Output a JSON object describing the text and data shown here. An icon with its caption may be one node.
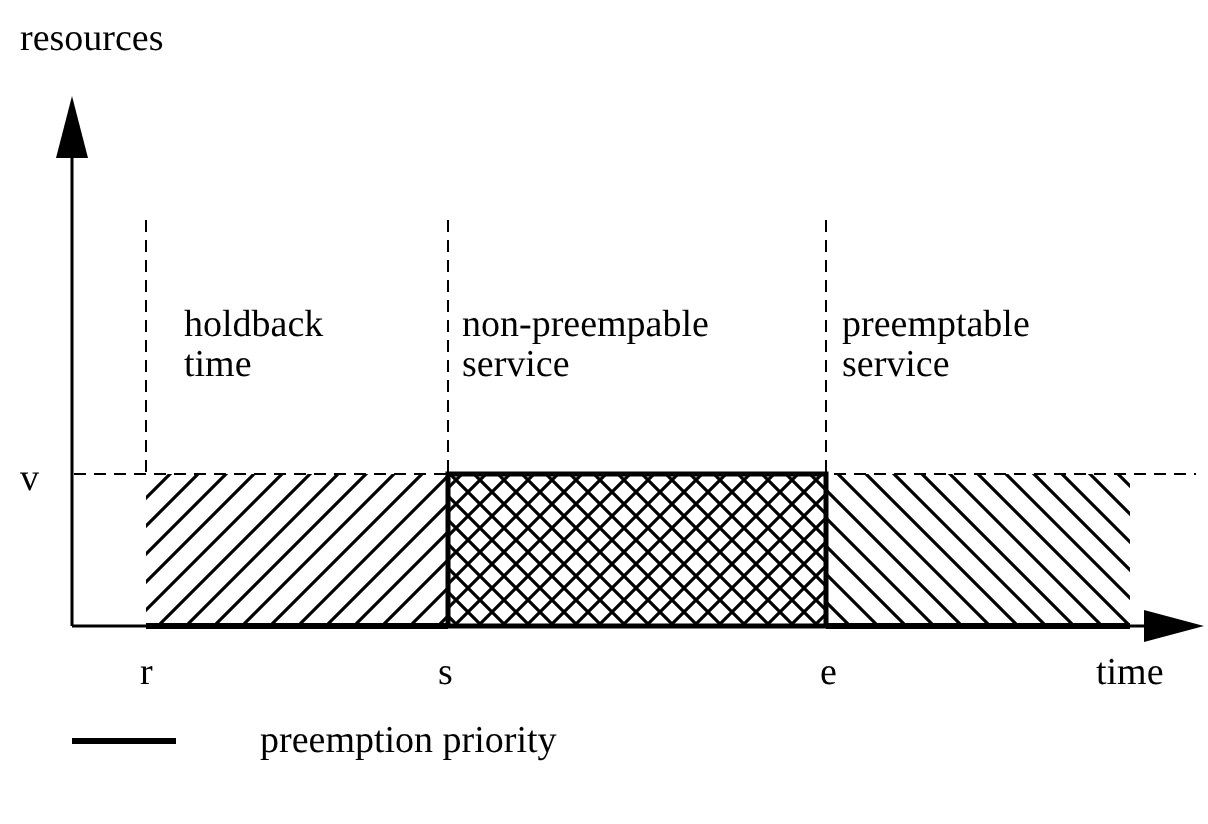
{
  "diagram": {
    "labels": [
      "resources",
      "v",
      "holdback time",
      "non-preempable service",
      "preemptable service",
      "r",
      "s",
      "e",
      "time"
    ],
    "legend": [
      {
        "text": "preemption priority"
      }
    ]
  }
}
